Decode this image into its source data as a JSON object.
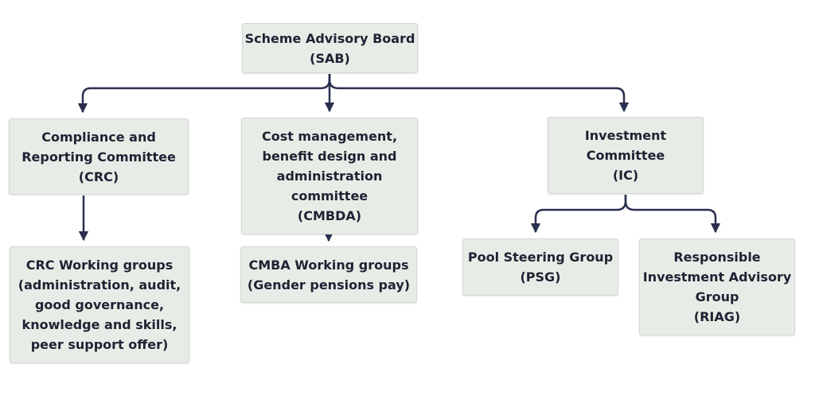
{
  "nodes": {
    "sab": {
      "lines": [
        "Scheme Advisory Board",
        "(SAB)"
      ]
    },
    "crc": {
      "lines": [
        "Compliance and",
        "Reporting Committee",
        "(CRC)"
      ]
    },
    "cmbda": {
      "lines": [
        "Cost management,",
        "benefit design and",
        "administration",
        "committee",
        "(CMBDA)"
      ]
    },
    "ic": {
      "lines": [
        "Investment",
        "Committee",
        "(IC)"
      ]
    },
    "crcwg": {
      "lines": [
        "CRC Working groups",
        "(administration, audit,",
        "good governance,",
        "knowledge and skills,",
        "peer support offer)"
      ]
    },
    "cmbawg": {
      "lines": [
        "CMBA Working groups",
        "(Gender pensions pay)"
      ]
    },
    "psg": {
      "lines": [
        "Pool Steering Group",
        "(PSG)"
      ]
    },
    "riag": {
      "lines": [
        "Responsible",
        "Investment Advisory",
        "Group",
        "(RIAG)"
      ]
    }
  },
  "edges": [
    {
      "from": "sab",
      "to": "crc"
    },
    {
      "from": "sab",
      "to": "cmbda"
    },
    {
      "from": "sab",
      "to": "ic"
    },
    {
      "from": "crc",
      "to": "crcwg"
    },
    {
      "from": "cmbda",
      "to": "cmbawg"
    },
    {
      "from": "ic",
      "to": "psg"
    },
    {
      "from": "ic",
      "to": "riag"
    }
  ],
  "colors": {
    "node_fill": "#e7ece6",
    "node_border": "#d3d9d2",
    "text": "#1f2233",
    "connector": "#2a2f4f"
  }
}
